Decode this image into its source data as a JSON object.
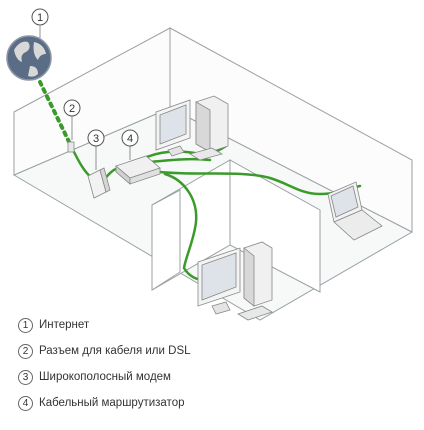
{
  "callouts": [
    {
      "num": "1"
    },
    {
      "num": "2"
    },
    {
      "num": "3"
    },
    {
      "num": "4"
    }
  ],
  "legend": [
    {
      "num": "1",
      "label": "Интернет"
    },
    {
      "num": "2",
      "label": "Разъем для кабеля или DSL"
    },
    {
      "num": "3",
      "label": "Широкополосный модем"
    },
    {
      "num": "4",
      "label": "Кабельный маршрутизатор"
    }
  ],
  "colors": {
    "cable": "#3a9a2a",
    "wall_line": "#9aa0a4",
    "floor": "#f6f7f7",
    "globe_ocean": "#5b6d86",
    "globe_land": "#d8d8d8"
  }
}
